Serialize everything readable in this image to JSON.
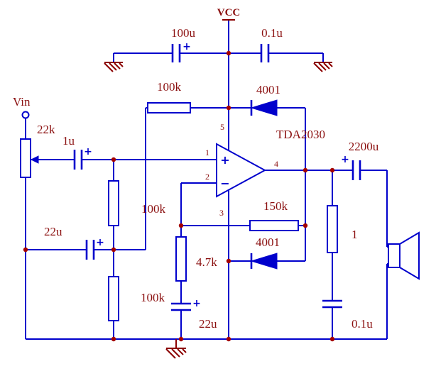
{
  "colors": {
    "wire_blue": "#0000CC",
    "label_maroon": "#8B1010",
    "junction_red": "#A40000",
    "background": "#FFFFFF"
  },
  "power": {
    "vcc": "VCC"
  },
  "supply": {
    "bulk_cap": "100u",
    "bypass_cap": "0.1u"
  },
  "bias": {
    "r_top": "100k",
    "r_mid": "100k",
    "r_bottom": "100k",
    "bypass_cap": "22u"
  },
  "input": {
    "port": "Vin",
    "pot": "22k",
    "coupling_cap": "1u"
  },
  "opamp": {
    "part": "TDA2030",
    "plus_input": "+",
    "minus_input": "−",
    "pin_vs": "5",
    "pin_noninv": "1",
    "pin_inv": "2",
    "pin_out": "4",
    "pin_gnd": "3"
  },
  "feedback": {
    "r_fb": "150k",
    "r_gnd": "4.7k",
    "cap": "22u"
  },
  "protection": {
    "d_top": "4001",
    "d_bottom": "4001"
  },
  "output": {
    "coupling_cap": "2200u",
    "zobel_r": "1",
    "zobel_c": "0.1u"
  },
  "symbols": {
    "plus": "+"
  }
}
